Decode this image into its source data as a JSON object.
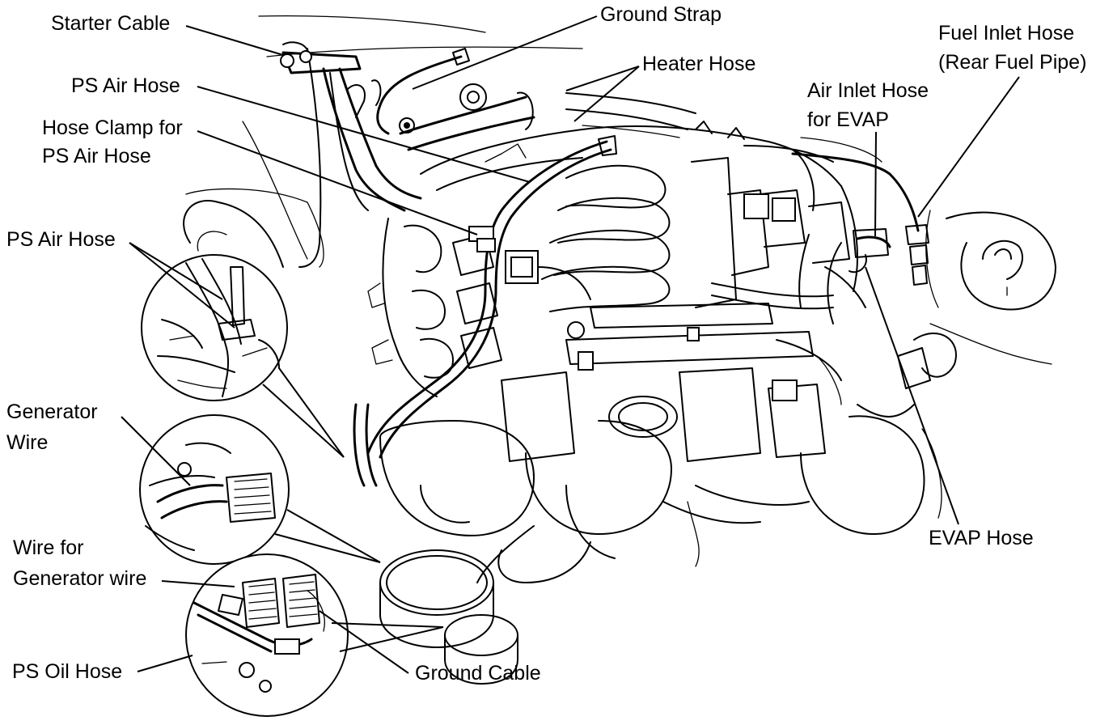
{
  "labels": {
    "starter_cable": "Starter Cable",
    "ground_strap": "Ground Strap",
    "heater_hose": "Heater Hose",
    "ps_air_hose_top": "PS Air Hose",
    "hose_clamp_1": "Hose Clamp for",
    "hose_clamp_2": "PS Air Hose",
    "ps_air_hose_inset": "PS Air Hose",
    "generator_wire_1": "Generator",
    "generator_wire_2": "Wire",
    "wire_for_gen_1": "Wire for",
    "wire_for_gen_2": "Generator wire",
    "ps_oil_hose": "PS Oil Hose",
    "ground_cable": "Ground Cable",
    "fuel_inlet_1": "Fuel Inlet Hose",
    "fuel_inlet_2": "(Rear Fuel Pipe)",
    "air_inlet_1": "Air Inlet Hose",
    "air_inlet_2": "for EVAP",
    "evap_hose": "EVAP Hose"
  },
  "colors": {
    "line": "#000000",
    "background": "#ffffff"
  }
}
